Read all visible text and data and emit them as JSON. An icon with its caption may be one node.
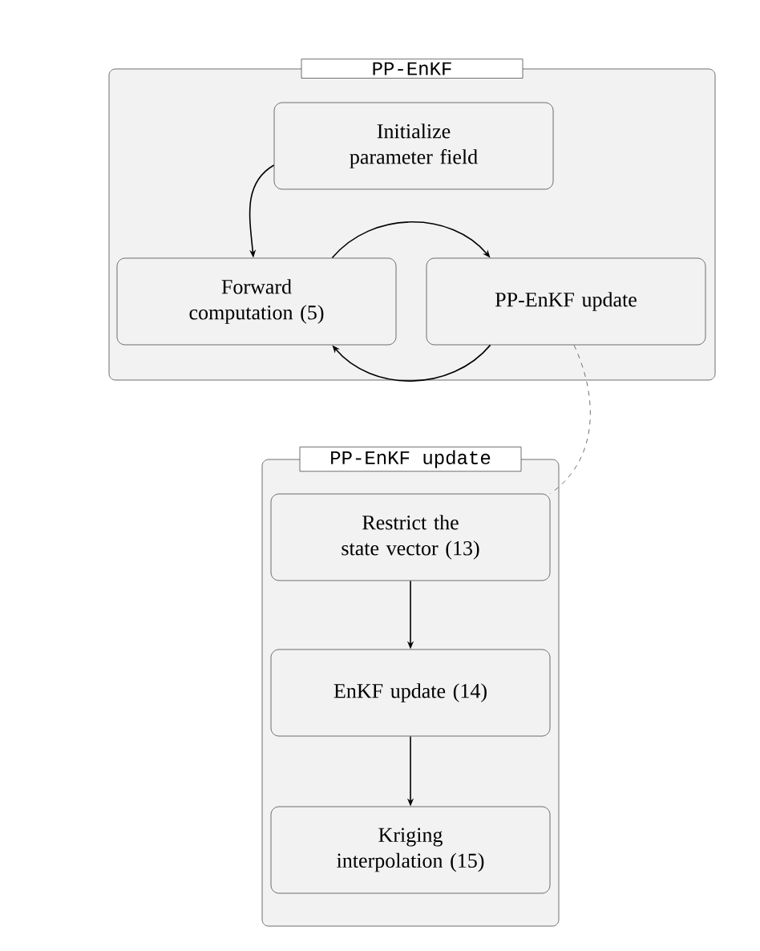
{
  "diagram": {
    "nodes": [
      {
        "text": [
          "PP-EnKF"
        ]
      },
      {
        "text": [
          "Initialize parameter field"
        ],
        "in": 0
      },
      {
        "text": [
          "Forward computation (5)"
        ],
        "in": 0
      },
      {
        "text": [
          "PP-EnKF update"
        ],
        "in": 0
      },
      {
        "text": [
          "PP-EnKF update"
        ]
      },
      {
        "text": [
          "Restrict the state vector (13)"
        ],
        "in": 4
      },
      {
        "text": [
          "EnKF update (14)"
        ],
        "in": 4
      },
      {
        "text": [
          "Kriging interpolation (15)"
        ],
        "in": 4
      }
    ],
    "edges": [
      {
        "from": 1,
        "to": 2,
        "arrow": "to"
      },
      {
        "from": 2,
        "to": 3,
        "arrow": "to"
      },
      {
        "from": 3,
        "to": 2,
        "arrow": "to"
      },
      {
        "from": 3,
        "to": 5,
        "arrow": "none",
        "style": "dashed"
      },
      {
        "from": 5,
        "to": 6,
        "arrow": "to"
      },
      {
        "from": 6,
        "to": 7,
        "arrow": "to"
      }
    ]
  }
}
